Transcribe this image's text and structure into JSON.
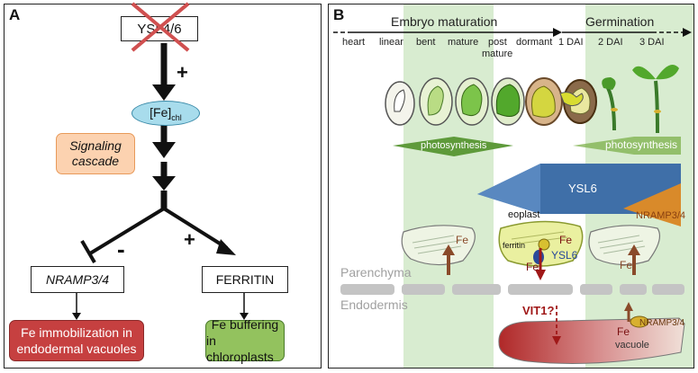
{
  "panelA": {
    "letter": "A",
    "ysl_box": "YSL4/6",
    "plus_top": "+",
    "fe_chl_main": "[Fe]",
    "fe_chl_sub": "chl",
    "signaling_line1": "Signaling",
    "signaling_line2": "cascade",
    "minus": "-",
    "plus_bottom": "+",
    "nramp_box": "NRAMP3/4",
    "ferritin_box": "FERRITIN",
    "immob_line1": "Fe immobilization in",
    "immob_line2": "endodermal vacuoles",
    "buffer_line1": "Fe buffering",
    "buffer_line2": "in chloroplasts"
  },
  "panelB": {
    "letter": "B",
    "embryo_maturation": "Embryo maturation",
    "germination": "Germination",
    "stages": [
      "heart",
      "linear",
      "bent",
      "mature",
      "post",
      "mature",
      "dormant",
      "1 DAI",
      "2 DAI",
      "3 DAI"
    ],
    "photosynthesis_left": "photosynthesis",
    "photosynthesis_right": "photosynthesis",
    "ysl6_band": "YSL6",
    "nramp_band": "NRAMP3/4",
    "eoplast": "eoplast",
    "ferritin": "ferritin",
    "fe_labels": [
      "Fe",
      "Fe",
      "Fe",
      "Fe",
      "Fe"
    ],
    "ysl6_small": "YSL6",
    "parenchyma": "Parenchyma",
    "endodermis": "Endodermis",
    "vit1": "VIT1?",
    "vacuole": "vacuole",
    "nramp_small": "NRAMP3/4",
    "colors": {
      "green_band": "#d8ecd0",
      "photosynthesis": "#5e9a3a",
      "ysl6": "#3f6fa8",
      "nramp": "#d98a2a",
      "fe_arrow": "#8a4a2a",
      "vit_red": "#a01818",
      "immob_fill": "#c64040",
      "buffer_fill": "#93c25e",
      "signal_fill": "#fcd2b0",
      "fechl_fill": "#a8dcec"
    }
  }
}
